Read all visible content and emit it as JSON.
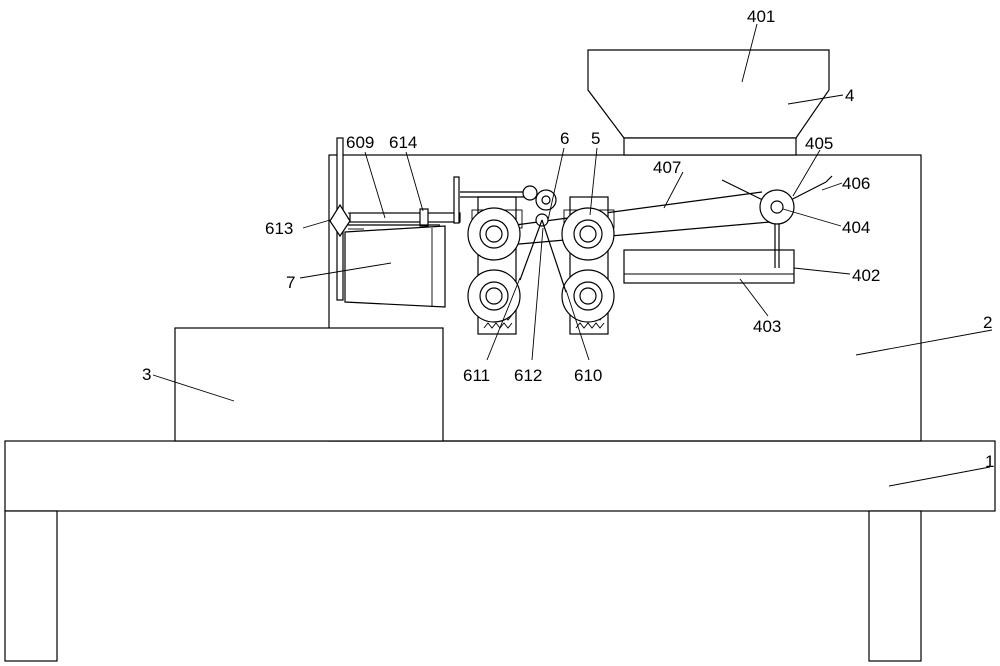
{
  "labels": {
    "l1": "1",
    "l2": "2",
    "l3": "3",
    "l4": "4",
    "l5": "5",
    "l6": "6",
    "l7": "7",
    "l401": "401",
    "l402": "402",
    "l403": "403",
    "l404": "404",
    "l405": "405",
    "l406": "406",
    "l407": "407",
    "l609": "609",
    "l610": "610",
    "l611": "611",
    "l612": "612",
    "l613": "613",
    "l614": "614"
  }
}
